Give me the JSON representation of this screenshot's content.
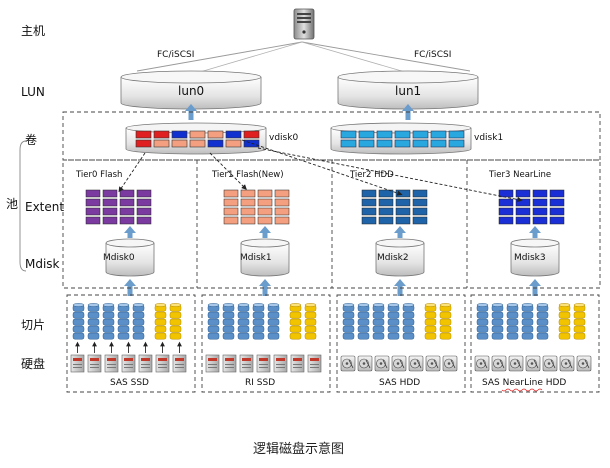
{
  "side_labels": {
    "host": "主机",
    "lun": "LUN",
    "volume": "卷",
    "pool": "池",
    "extent": "Extent",
    "mdisk": "Mdisk",
    "slice": "切片",
    "disk": "硬盘"
  },
  "protocols": [
    "FC/iSCSI",
    "FC/iSCSI"
  ],
  "luns": [
    "lun0",
    "lun1"
  ],
  "vdisks": [
    "vdisk0",
    "vdisk1"
  ],
  "tiers": [
    {
      "name": "Tier0 Flash",
      "mdisk": "Mdisk0",
      "disk_label": "SAS SSD"
    },
    {
      "name": "Tier1 Flash(New)",
      "mdisk": "Mdisk1",
      "disk_label": "RI SSD"
    },
    {
      "name": "Tier2 HDD",
      "mdisk": "Mdisk2",
      "disk_label": "SAS HDD"
    },
    {
      "name": "Tier3 NearLine",
      "mdisk": "Mdisk3",
      "disk_label": "SAS NearLine HDD"
    }
  ],
  "caption": "逻辑磁盘示意图",
  "colors": {
    "tier0_extent": "#7b3aa0",
    "tier1_extent": "#f4a080",
    "tier2_extent": "#1f64a8",
    "tier3_extent": "#1a2fd6",
    "vdisk0_red": "#e02020",
    "vdisk0_blue": "#1030d0",
    "vdisk1_cell": "#29a8e0",
    "slice_blue": "#5b8fc8",
    "slice_yellow": "#f2c400",
    "arrow": "#6a9ccc",
    "dashed": "#444444"
  }
}
